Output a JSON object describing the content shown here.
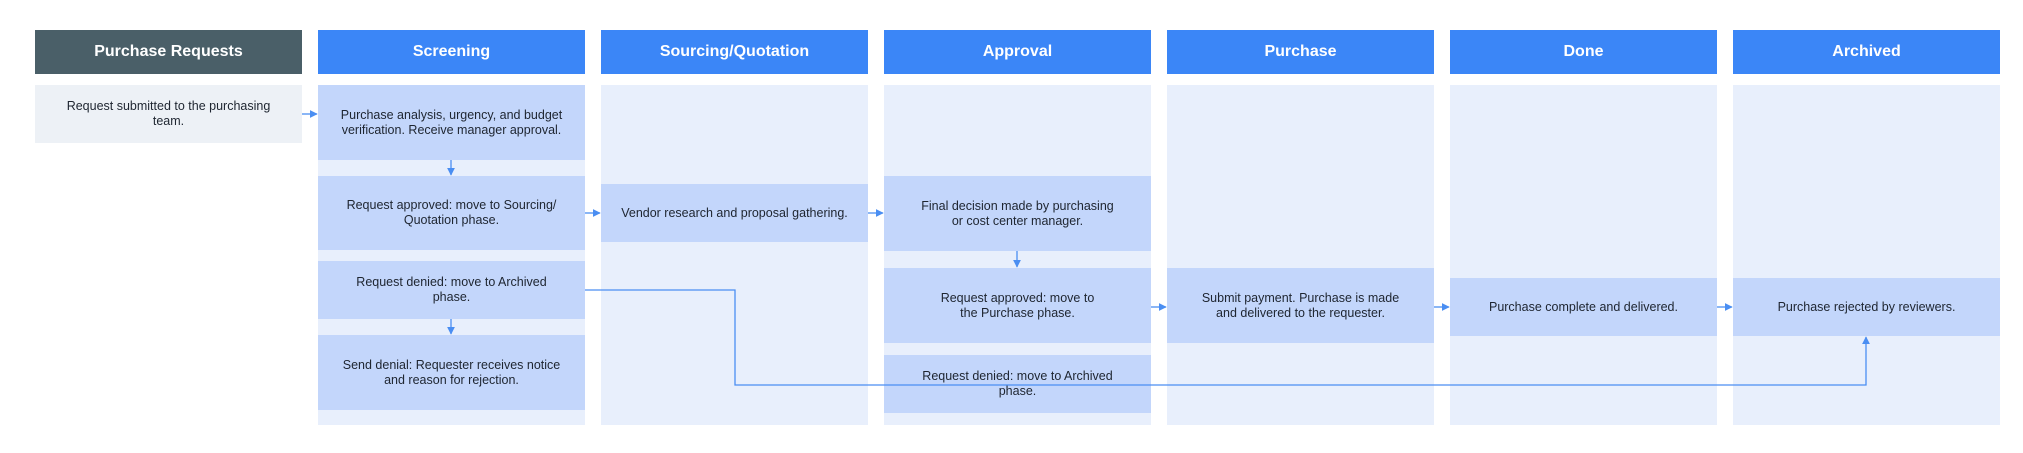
{
  "columns": {
    "requests": "Purchase Requests",
    "screening": "Screening",
    "sourcing": "Sourcing/Quotation",
    "approval": "Approval",
    "purchase": "Purchase",
    "done": "Done",
    "archived": "Archived"
  },
  "steps": {
    "request_submitted": "Request submitted to the purchasing team.",
    "purchase_analysis": "Purchase analysis, urgency, and budget\nverification. Receive manager approval.",
    "screening_approved": "Request approved: move to Sourcing/\nQuotation phase.",
    "screening_denied": "Request denied: move to Archived phase.",
    "send_denial": "Send denial: Requester receives notice\nand reason for rejection.",
    "vendor_research": "Vendor research and proposal gathering.",
    "final_decision": "Final decision made by purchasing\nor cost center manager.",
    "approval_approved": "Request approved: move to\nthe Purchase phase.",
    "approval_denied": "Request denied: move to Archived phase.",
    "submit_payment": "Submit payment. Purchase is made\nand delivered to the requester.",
    "purchase_complete": "Purchase complete and delivered.",
    "purchase_rejected": "Purchase rejected by reviewers."
  },
  "colors": {
    "header_blue": "#3b86f7",
    "header_dark": "#4a5f68",
    "lane": "#e8effc",
    "box_blue": "#c3d6fb",
    "connector": "#4a8ef2"
  }
}
